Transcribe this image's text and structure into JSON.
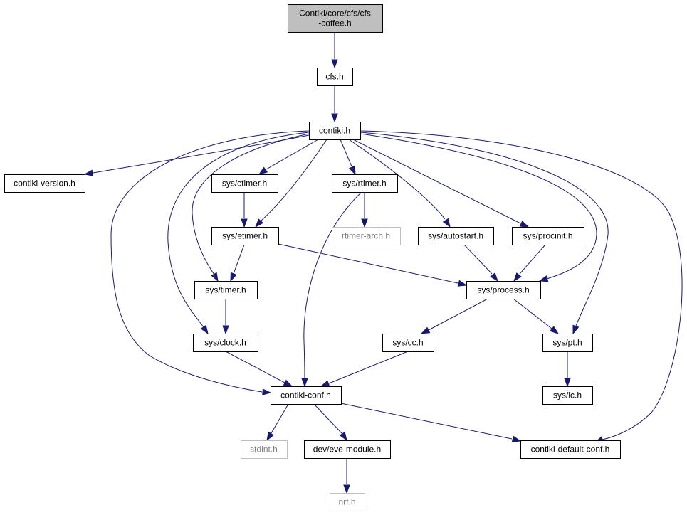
{
  "graph": {
    "colors": {
      "edge": "#191970",
      "root_fill": "#bfbfbf",
      "node_fill": "#ffffff",
      "node_border": "#000000",
      "missing_border": "#bfbfbf",
      "missing_text": "#808080"
    },
    "nodes": [
      {
        "id": "root",
        "lines": [
          "Contiki/core/cfs/cfs",
          "-coffee.h"
        ],
        "kind": "root"
      },
      {
        "id": "cfs",
        "lines": [
          "cfs.h"
        ],
        "kind": "normal"
      },
      {
        "id": "contiki",
        "lines": [
          "contiki.h"
        ],
        "kind": "normal"
      },
      {
        "id": "version",
        "lines": [
          "contiki-version.h"
        ],
        "kind": "normal"
      },
      {
        "id": "ctimer",
        "lines": [
          "sys/ctimer.h"
        ],
        "kind": "normal"
      },
      {
        "id": "rtimer",
        "lines": [
          "sys/rtimer.h"
        ],
        "kind": "normal"
      },
      {
        "id": "rtimerarch",
        "lines": [
          "rtimer-arch.h"
        ],
        "kind": "missing"
      },
      {
        "id": "etimer",
        "lines": [
          "sys/etimer.h"
        ],
        "kind": "normal"
      },
      {
        "id": "autostart",
        "lines": [
          "sys/autostart.h"
        ],
        "kind": "normal"
      },
      {
        "id": "procinit",
        "lines": [
          "sys/procinit.h"
        ],
        "kind": "normal"
      },
      {
        "id": "timer",
        "lines": [
          "sys/timer.h"
        ],
        "kind": "normal"
      },
      {
        "id": "process",
        "lines": [
          "sys/process.h"
        ],
        "kind": "normal"
      },
      {
        "id": "clock",
        "lines": [
          "sys/clock.h"
        ],
        "kind": "normal"
      },
      {
        "id": "cc",
        "lines": [
          "sys/cc.h"
        ],
        "kind": "normal"
      },
      {
        "id": "pt",
        "lines": [
          "sys/pt.h"
        ],
        "kind": "normal"
      },
      {
        "id": "lc",
        "lines": [
          "sys/lc.h"
        ],
        "kind": "normal"
      },
      {
        "id": "conf",
        "lines": [
          "contiki-conf.h"
        ],
        "kind": "normal"
      },
      {
        "id": "stdint",
        "lines": [
          "stdint.h"
        ],
        "kind": "missing"
      },
      {
        "id": "eve",
        "lines": [
          "dev/eve-module.h"
        ],
        "kind": "normal"
      },
      {
        "id": "defconf",
        "lines": [
          "contiki-default-conf.h"
        ],
        "kind": "normal"
      },
      {
        "id": "nrf",
        "lines": [
          "nrf.h"
        ],
        "kind": "missing"
      }
    ],
    "edges": [
      {
        "from": "root",
        "to": "cfs"
      },
      {
        "from": "cfs",
        "to": "contiki"
      },
      {
        "from": "contiki",
        "to": "version"
      },
      {
        "from": "contiki",
        "to": "ctimer"
      },
      {
        "from": "contiki",
        "to": "rtimer"
      },
      {
        "from": "contiki",
        "to": "etimer"
      },
      {
        "from": "contiki",
        "to": "autostart"
      },
      {
        "from": "contiki",
        "to": "procinit"
      },
      {
        "from": "contiki",
        "to": "timer"
      },
      {
        "from": "contiki",
        "to": "clock"
      },
      {
        "from": "contiki",
        "to": "process"
      },
      {
        "from": "contiki",
        "to": "pt"
      },
      {
        "from": "contiki",
        "to": "conf"
      },
      {
        "from": "contiki",
        "to": "defconf"
      },
      {
        "from": "ctimer",
        "to": "etimer"
      },
      {
        "from": "rtimer",
        "to": "rtimerarch"
      },
      {
        "from": "rtimer",
        "to": "conf"
      },
      {
        "from": "etimer",
        "to": "timer"
      },
      {
        "from": "etimer",
        "to": "process"
      },
      {
        "from": "autostart",
        "to": "process"
      },
      {
        "from": "procinit",
        "to": "process"
      },
      {
        "from": "timer",
        "to": "clock"
      },
      {
        "from": "process",
        "to": "cc"
      },
      {
        "from": "process",
        "to": "pt"
      },
      {
        "from": "clock",
        "to": "conf"
      },
      {
        "from": "cc",
        "to": "conf"
      },
      {
        "from": "pt",
        "to": "lc"
      },
      {
        "from": "conf",
        "to": "stdint"
      },
      {
        "from": "conf",
        "to": "eve"
      },
      {
        "from": "conf",
        "to": "defconf"
      },
      {
        "from": "eve",
        "to": "nrf"
      }
    ]
  }
}
